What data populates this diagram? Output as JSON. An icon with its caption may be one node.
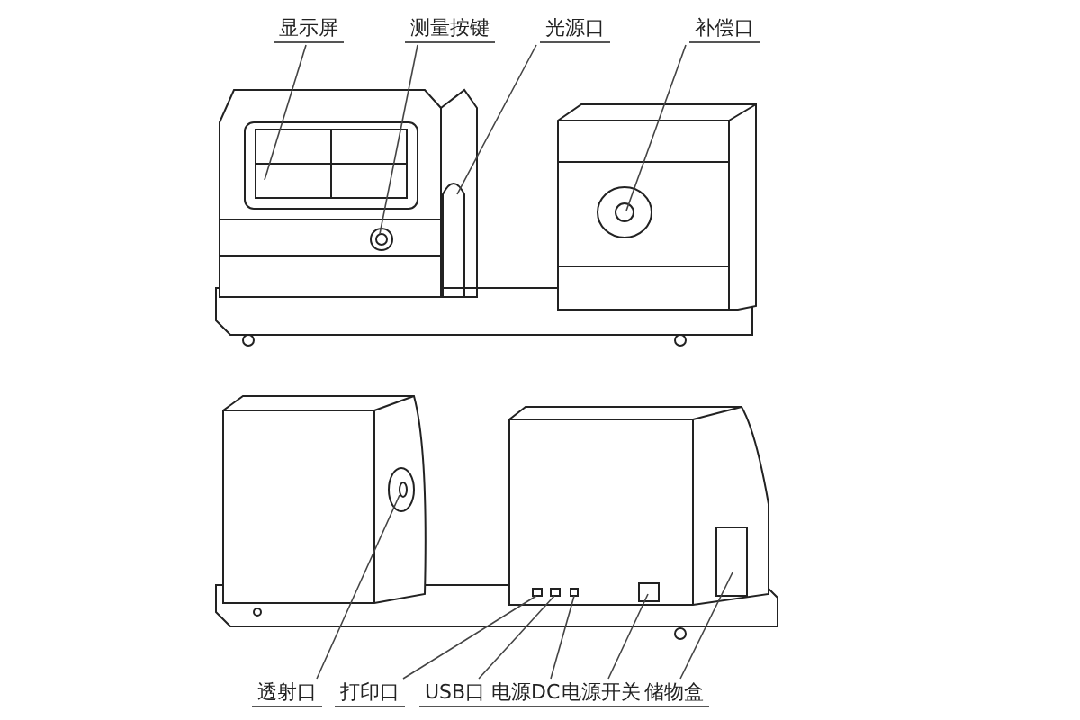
{
  "diagram": {
    "nodes": [
      {
        "text": [
          "显示屏"
        ]
      },
      {
        "text": [
          "测量按键"
        ]
      },
      {
        "text": [
          "光源口"
        ]
      },
      {
        "text": [
          "补偿口"
        ]
      },
      {
        "text": [
          "透射口"
        ]
      },
      {
        "text": [
          "打印口"
        ]
      },
      {
        "text": [
          "USB口"
        ]
      },
      {
        "text": [
          "电源DC"
        ]
      },
      {
        "text": [
          "电源开关"
        ]
      },
      {
        "text": [
          "储物盒"
        ]
      }
    ],
    "edges": [
      {
        "from": 0,
        "to": null,
        "arrow": "none"
      },
      {
        "from": 1,
        "to": null,
        "arrow": "none"
      },
      {
        "from": 2,
        "to": null,
        "arrow": "none"
      },
      {
        "from": 3,
        "to": null,
        "arrow": "none"
      },
      {
        "from": 4,
        "to": null,
        "arrow": "none"
      },
      {
        "from": 5,
        "to": null,
        "arrow": "none"
      },
      {
        "from": 6,
        "to": null,
        "arrow": "none"
      },
      {
        "from": 7,
        "to": null,
        "arrow": "none"
      },
      {
        "from": 8,
        "to": null,
        "arrow": "none"
      },
      {
        "from": 9,
        "to": null,
        "arrow": "none"
      }
    ]
  }
}
